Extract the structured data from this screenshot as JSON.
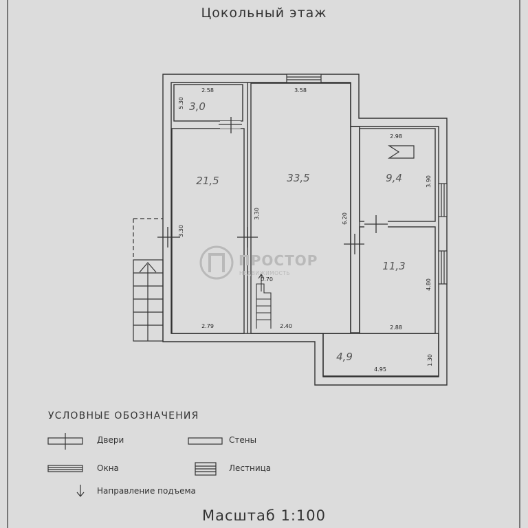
{
  "title": "Цокольный этаж",
  "scale": "Масштаб 1:100",
  "rooms": [
    {
      "id": "storage",
      "area": "3,0",
      "dims": [
        "2.58",
        "5.30"
      ]
    },
    {
      "id": "left-room",
      "area": "21,5",
      "dims": [
        "3.30",
        "2.79"
      ]
    },
    {
      "id": "center-room",
      "area": "33,5",
      "dims": [
        "3.58",
        "3.30",
        "0.70",
        "2.40"
      ]
    },
    {
      "id": "right-top-room",
      "area": "9,4",
      "dims": [
        "2.98",
        "3.90"
      ]
    },
    {
      "id": "right-bottom-room",
      "area": "11,3",
      "dims": [
        "6.20",
        "4.80",
        "2.88"
      ]
    },
    {
      "id": "bottom-room",
      "area": "4,9",
      "dims": [
        "4.95",
        "1.30"
      ]
    }
  ],
  "watermark": {
    "brand": "ПРОСТОР",
    "sub": "НЕДВИЖИМОСТЬ"
  },
  "legend": {
    "heading": "УСЛОВНЫЕ ОБОЗНАЧЕНИЯ",
    "doors": "Двери",
    "walls": "Стены",
    "windows": "Окна",
    "stairs": "Лестница",
    "lift_direction": "Направление подъема"
  }
}
